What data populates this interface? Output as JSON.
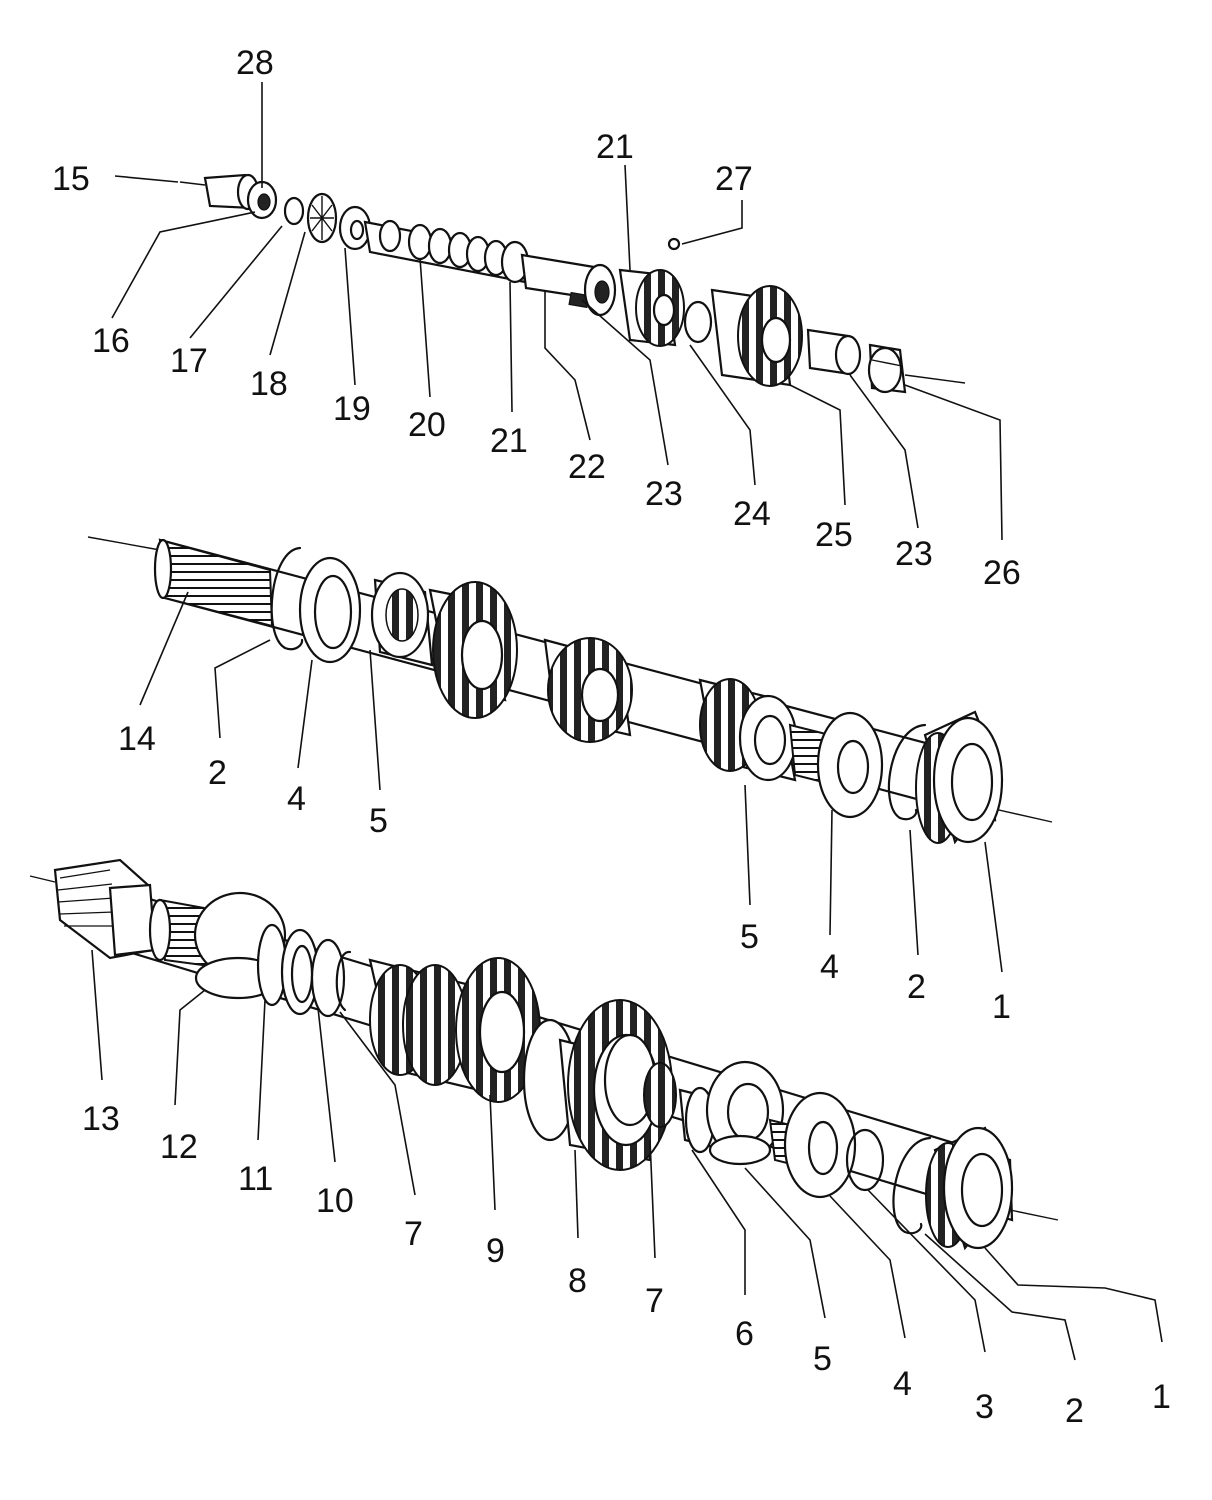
{
  "labels": {
    "top": [
      "28",
      "15",
      "16",
      "17",
      "18",
      "19",
      "20",
      "21",
      "21",
      "27",
      "22",
      "23",
      "24",
      "25",
      "23",
      "26"
    ],
    "middle": [
      "14",
      "2",
      "4",
      "5",
      "5",
      "4",
      "2",
      "1"
    ],
    "bottom": [
      "13",
      "12",
      "11",
      "10",
      "7",
      "9",
      "8",
      "7",
      "6",
      "5",
      "4",
      "3",
      "2",
      "1"
    ]
  }
}
